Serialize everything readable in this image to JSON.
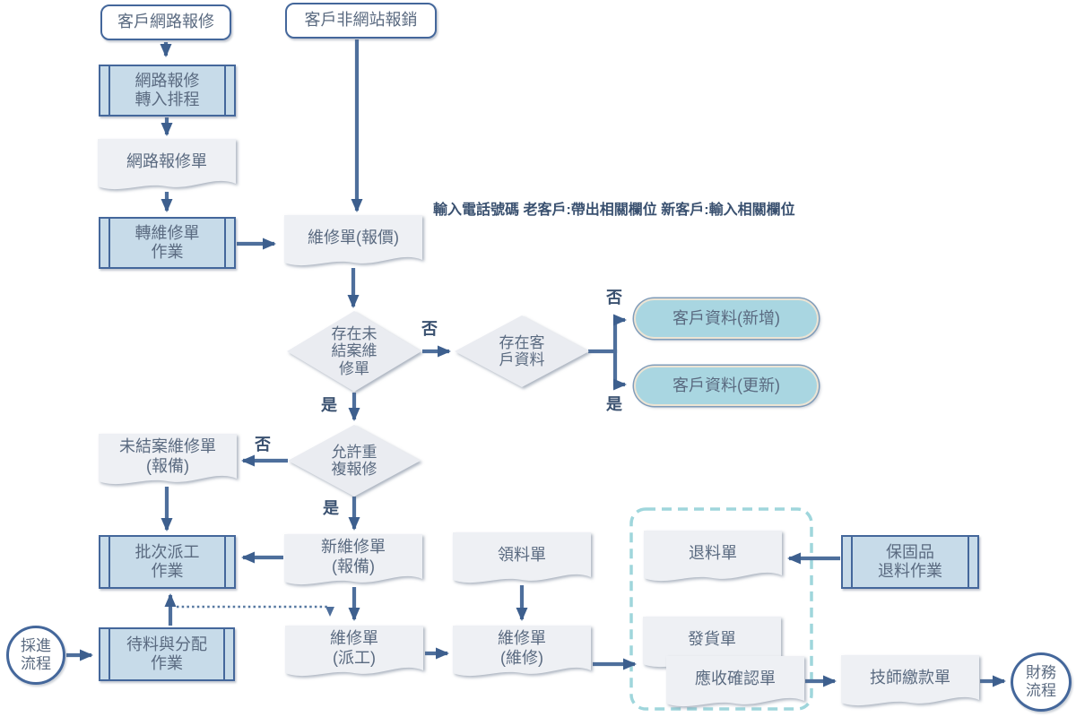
{
  "labels": {
    "yes": "是",
    "no": "否"
  },
  "note": {
    "line1": "輸入電話號碼",
    "line2": "老客戶:帶出相關欄位",
    "line3": "新客戶:輸入相關欄位"
  },
  "nodes": {
    "start_web": {
      "type": "terminator",
      "label": "客戶網路報修"
    },
    "start_nonweb": {
      "type": "terminator",
      "label": "客戶非網站報銷"
    },
    "sub_web_schedule": {
      "type": "subprocess",
      "lines": [
        "網路報修",
        "轉入排程"
      ]
    },
    "doc_web_report": {
      "type": "document",
      "label": "網路報修單"
    },
    "sub_convert": {
      "type": "subprocess",
      "lines": [
        "轉維修單",
        "作業"
      ]
    },
    "doc_quote": {
      "type": "document",
      "label": "維修單(報價)"
    },
    "d1": {
      "type": "decision",
      "lines": [
        "存在未",
        "結案維",
        "修單"
      ]
    },
    "d2": {
      "type": "decision",
      "lines": [
        "存在客",
        "戶資料"
      ]
    },
    "pill_new": {
      "type": "pill",
      "label": "客戶資料(新增)"
    },
    "pill_update": {
      "type": "pill",
      "label": "客戶資料(更新)"
    },
    "doc_unclosed": {
      "type": "document",
      "lines": [
        "未結案維修單",
        "(報備)"
      ]
    },
    "d3": {
      "type": "decision",
      "lines": [
        "允許重",
        "複報修"
      ]
    },
    "sub_batch": {
      "type": "subprocess",
      "lines": [
        "批次派工",
        "作業"
      ]
    },
    "doc_new_repair": {
      "type": "document",
      "lines": [
        "新維修單",
        "(報備)"
      ]
    },
    "doc_material_req": {
      "type": "document",
      "label": "領料單"
    },
    "doc_material_return": {
      "type": "document",
      "label": "退料單"
    },
    "sub_warranty_return": {
      "type": "subprocess",
      "lines": [
        "保固品",
        "退料作業"
      ]
    },
    "circle_purchase": {
      "type": "circle",
      "lines": [
        "採進",
        "流程"
      ]
    },
    "sub_wait_assign": {
      "type": "subprocess",
      "lines": [
        "待料與分配",
        "作業"
      ]
    },
    "doc_dispatch": {
      "type": "document",
      "lines": [
        "維修單",
        "(派工)"
      ]
    },
    "doc_repair": {
      "type": "document",
      "lines": [
        "維修單",
        "(維修)"
      ]
    },
    "doc_delivery": {
      "type": "document",
      "label": "發貨單"
    },
    "doc_receivable": {
      "type": "document",
      "label": "應收確認單"
    },
    "doc_tech_payment": {
      "type": "document",
      "label": "技師繳款單"
    },
    "circle_finance": {
      "type": "circle",
      "lines": [
        "財務",
        "流程"
      ]
    }
  },
  "colors": {
    "node_border": "#44679b",
    "subprocess_fill": "#c7dbe9",
    "document_fill": "#eef0f4",
    "diamond_fill": "#eaecf1",
    "pill_fill": "#a9d6e1",
    "pill_border": "#ece4d4",
    "arrow": "#4e6f9c",
    "dashed_region": "#9fd6dc",
    "text": "#5a6a80",
    "annotation_text": "#3a5170"
  }
}
